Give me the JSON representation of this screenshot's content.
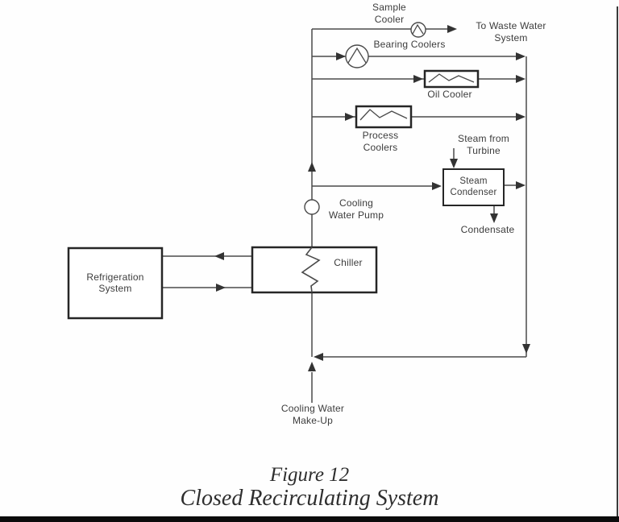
{
  "diagram": {
    "labels": {
      "sample_cooler": "Sample\nCooler",
      "waste_water": "To Waste Water\nSystem",
      "bearing_coolers": "Bearing Coolers",
      "oil_cooler": "Oil Cooler",
      "process_coolers": "Process\nCoolers",
      "steam_from_turbine": "Steam from\nTurbine",
      "steam_condenser": "Steam\nCondenser",
      "condensate": "Condensate",
      "cooling_water_pump": "Cooling\nWater Pump",
      "chiller": "Chiller",
      "refrigeration_system": "Refrigeration\nSystem",
      "cooling_water_makeup": "Cooling Water\nMake-Up"
    },
    "caption": {
      "figure_number": "Figure 12",
      "figure_title": "Closed Recirculating System"
    },
    "icons": {
      "sample_cooler_symbol": "cooler-circle-icon",
      "bearing_cooler_symbol": "cooler-circle-icon",
      "pump_symbol": "pump-circle-icon",
      "oil_cooler_symbol": "heat-exchanger-box-icon",
      "process_cooler_symbol": "heat-exchanger-box-icon",
      "chiller_symbol": "chiller-coil-icon"
    },
    "colors": {
      "background": "#fefefe",
      "line_ink": "#4a4a4a",
      "equipment_ink": "#262626",
      "text_ink": "#3c3c3c",
      "bottom_bar": "#0c0c0c"
    }
  }
}
